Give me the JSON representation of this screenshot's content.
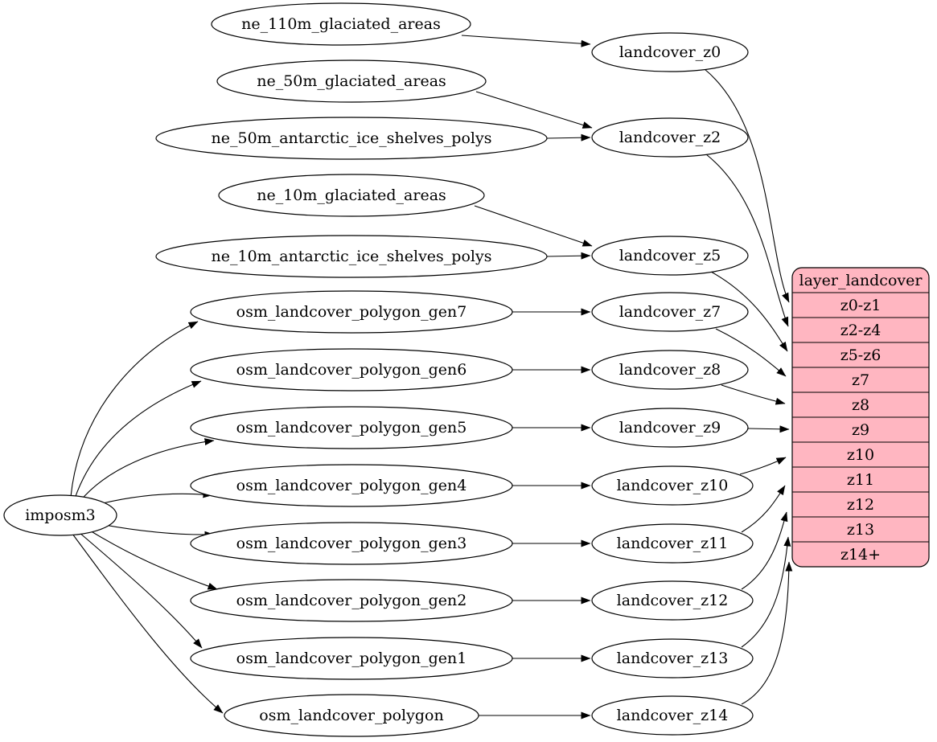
{
  "colors": {
    "background": "#ffffff",
    "node_fill": "#ffffff",
    "node_stroke": "#000000",
    "edge_color": "#000000",
    "record_fill": "#ffb6c1"
  },
  "nodes": {
    "importer": "imposm3",
    "sources": [
      "ne_110m_glaciated_areas",
      "ne_50m_glaciated_areas",
      "ne_50m_antarctic_ice_shelves_polys",
      "ne_10m_glaciated_areas",
      "ne_10m_antarctic_ice_shelves_polys",
      "osm_landcover_polygon_gen7",
      "osm_landcover_polygon_gen6",
      "osm_landcover_polygon_gen5",
      "osm_landcover_polygon_gen4",
      "osm_landcover_polygon_gen3",
      "osm_landcover_polygon_gen2",
      "osm_landcover_polygon_gen1",
      "osm_landcover_polygon"
    ],
    "intermediate": [
      "landcover_z0",
      "landcover_z2",
      "landcover_z5",
      "landcover_z7",
      "landcover_z8",
      "landcover_z9",
      "landcover_z10",
      "landcover_z11",
      "landcover_z12",
      "landcover_z13",
      "landcover_z14"
    ]
  },
  "record": {
    "title": "layer_landcover",
    "rows": [
      "z0-z1",
      "z2-z4",
      "z5-z6",
      "z7",
      "z8",
      "z9",
      "z10",
      "z11",
      "z12",
      "z13",
      "z14+"
    ]
  },
  "edges": [
    {
      "from": "imposm3",
      "to": "osm_landcover_polygon_gen7"
    },
    {
      "from": "imposm3",
      "to": "osm_landcover_polygon_gen6"
    },
    {
      "from": "imposm3",
      "to": "osm_landcover_polygon_gen5"
    },
    {
      "from": "imposm3",
      "to": "osm_landcover_polygon_gen4"
    },
    {
      "from": "imposm3",
      "to": "osm_landcover_polygon_gen3"
    },
    {
      "from": "imposm3",
      "to": "osm_landcover_polygon_gen2"
    },
    {
      "from": "imposm3",
      "to": "osm_landcover_polygon_gen1"
    },
    {
      "from": "imposm3",
      "to": "osm_landcover_polygon"
    },
    {
      "from": "ne_110m_glaciated_areas",
      "to": "landcover_z0"
    },
    {
      "from": "ne_50m_glaciated_areas",
      "to": "landcover_z2"
    },
    {
      "from": "ne_50m_antarctic_ice_shelves_polys",
      "to": "landcover_z2"
    },
    {
      "from": "ne_10m_glaciated_areas",
      "to": "landcover_z5"
    },
    {
      "from": "ne_10m_antarctic_ice_shelves_polys",
      "to": "landcover_z5"
    },
    {
      "from": "osm_landcover_polygon_gen7",
      "to": "landcover_z7"
    },
    {
      "from": "osm_landcover_polygon_gen6",
      "to": "landcover_z8"
    },
    {
      "from": "osm_landcover_polygon_gen5",
      "to": "landcover_z9"
    },
    {
      "from": "osm_landcover_polygon_gen4",
      "to": "landcover_z10"
    },
    {
      "from": "osm_landcover_polygon_gen3",
      "to": "landcover_z11"
    },
    {
      "from": "osm_landcover_polygon_gen2",
      "to": "landcover_z12"
    },
    {
      "from": "osm_landcover_polygon_gen1",
      "to": "landcover_z13"
    },
    {
      "from": "osm_landcover_polygon",
      "to": "landcover_z14"
    },
    {
      "from": "landcover_z0",
      "to": "layer_landcover:z0-z1"
    },
    {
      "from": "landcover_z2",
      "to": "layer_landcover:z2-z4"
    },
    {
      "from": "landcover_z5",
      "to": "layer_landcover:z5-z6"
    },
    {
      "from": "landcover_z7",
      "to": "layer_landcover:z7"
    },
    {
      "from": "landcover_z8",
      "to": "layer_landcover:z8"
    },
    {
      "from": "landcover_z9",
      "to": "layer_landcover:z9"
    },
    {
      "from": "landcover_z10",
      "to": "layer_landcover:z10"
    },
    {
      "from": "landcover_z11",
      "to": "layer_landcover:z11"
    },
    {
      "from": "landcover_z12",
      "to": "layer_landcover:z12"
    },
    {
      "from": "landcover_z13",
      "to": "layer_landcover:z13"
    },
    {
      "from": "landcover_z14",
      "to": "layer_landcover:z14+"
    }
  ]
}
